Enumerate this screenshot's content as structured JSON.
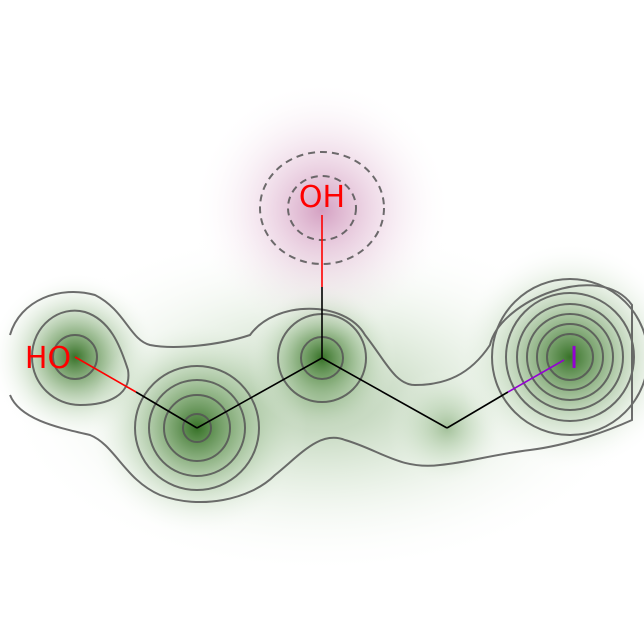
{
  "molecule": {
    "atoms": [
      {
        "id": "o1",
        "label": "HO",
        "color": "#ff0000"
      },
      {
        "id": "o2",
        "label": "OH",
        "color": "#ff0000"
      },
      {
        "id": "i1",
        "label": "I",
        "color": "#9400d3"
      }
    ],
    "colors": {
      "bond": "#000000",
      "oxygen": "#ff0000",
      "iodine": "#9400d3",
      "positive_contribution": "#2e6b1e",
      "negative_contribution": "#b0528f",
      "contour_line": "#555555"
    }
  }
}
